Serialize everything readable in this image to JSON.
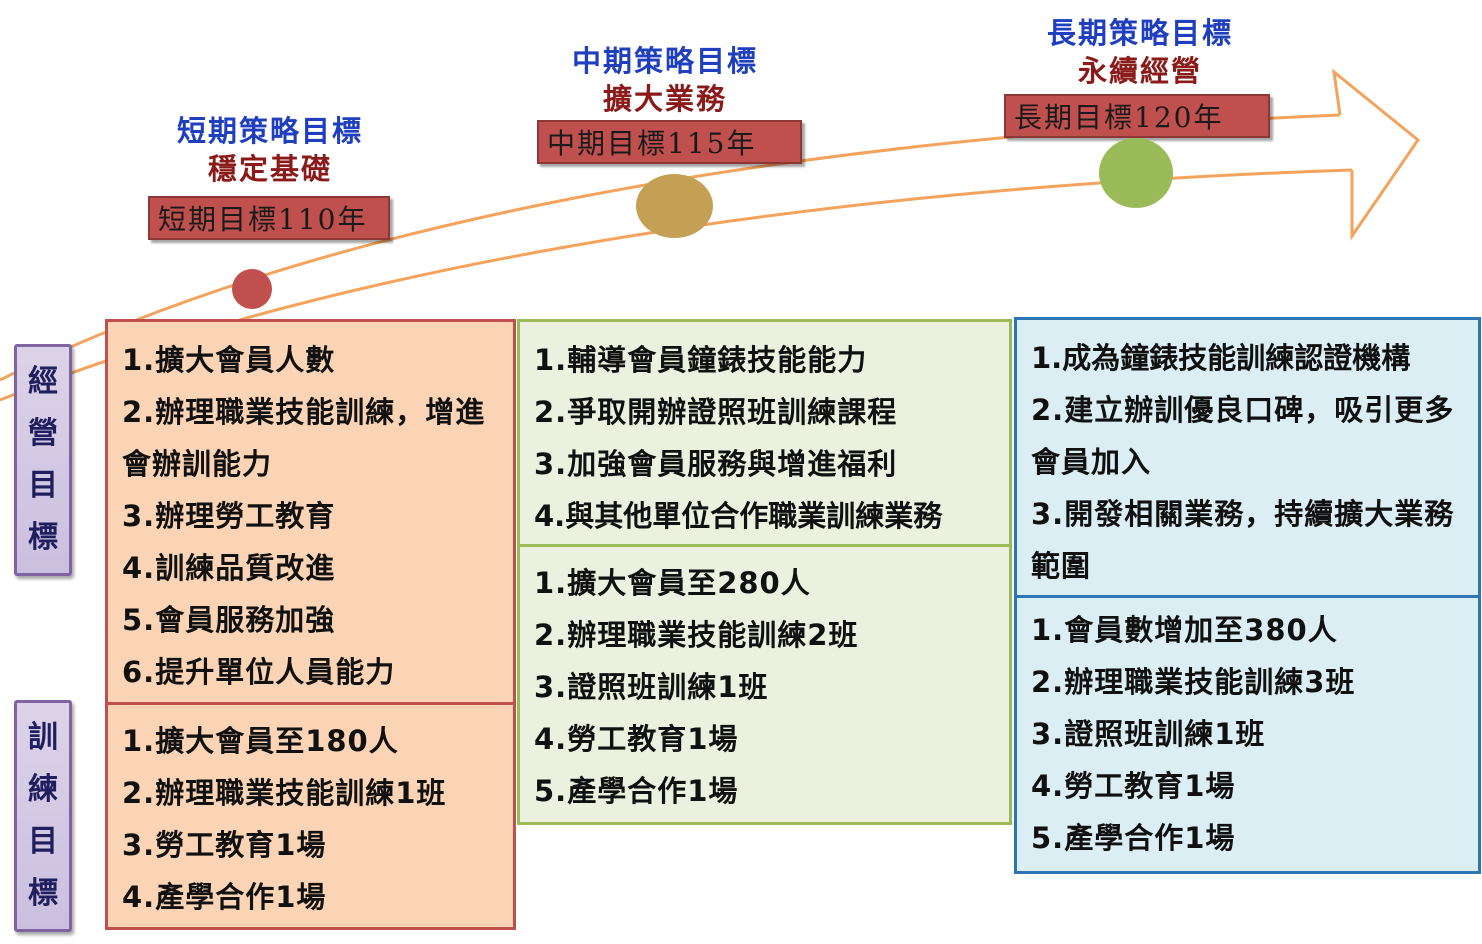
{
  "colors": {
    "arrow": "#f3a35c",
    "short_dot": "#c0504d",
    "mid_dot": "#c4a054",
    "long_dot": "#9bbb59",
    "title_blue": "#1f3fbf",
    "title_red": "#8b1a1a"
  },
  "stages": {
    "short": {
      "title": "短期策略目標",
      "subtitle": "穩定基礎",
      "target": "短期目標110年"
    },
    "mid": {
      "title": "中期策略目標",
      "subtitle": "擴大業務",
      "target": "中期目標115年"
    },
    "long": {
      "title": "長期策略目標",
      "subtitle": "永續經營",
      "target": "長期目標120年"
    }
  },
  "labels": {
    "business": [
      "經",
      "營",
      "目",
      "標"
    ],
    "training": [
      "訓",
      "練",
      "目",
      "標"
    ]
  },
  "business_goals": {
    "short": [
      "1.擴大會員人數",
      "2.辦理職業技能訓練，增進會辦訓能力",
      "3.辦理勞工教育",
      "4.訓練品質改進",
      "5.會員服務加強",
      "6.提升單位人員能力"
    ],
    "mid": [
      "1.輔導會員鐘錶技能能力",
      "2.爭取開辦證照班訓練課程",
      "3.加強會員服務與增進福利",
      "4.與其他單位合作職業訓練業務"
    ],
    "long": [
      "1.成為鐘錶技能訓練認證機構",
      "2.建立辦訓優良口碑，吸引更多會員加入",
      "3.開發相關業務，持續擴大業務範圍"
    ]
  },
  "training_goals": {
    "short": [
      "1.擴大會員至180人",
      "2.辦理職業技能訓練1班",
      "3.勞工教育1場",
      "4.產學合作1場"
    ],
    "mid": [
      "1.擴大會員至280人",
      "2.辦理職業技能訓練2班",
      "3.證照班訓練1班",
      "4.勞工教育1場",
      "5.產學合作1場"
    ],
    "long": [
      "1.會員數增加至380人",
      "2.辦理職業技能訓練3班",
      "3.證照班訓練1班",
      "4.勞工教育1場",
      "5.產學合作1場"
    ]
  }
}
